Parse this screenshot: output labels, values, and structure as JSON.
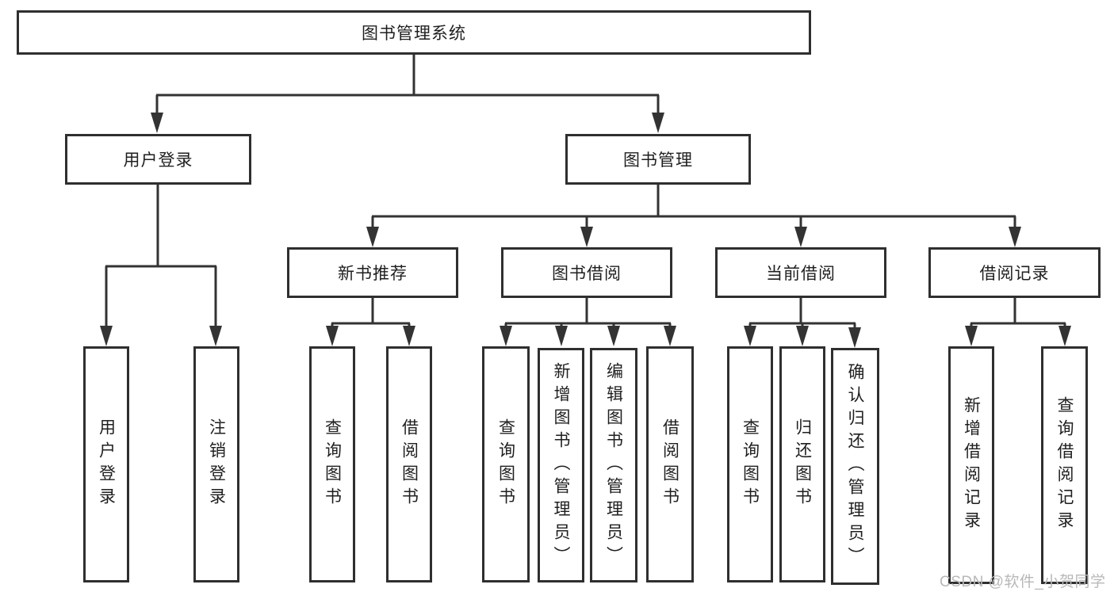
{
  "diagram": {
    "title": "图书管理系统",
    "branches": [
      {
        "label": "用户登录",
        "children": [
          {
            "label": "用户登录"
          },
          {
            "label": "注销登录"
          }
        ]
      },
      {
        "label": "图书管理",
        "children": [
          {
            "label": "新书推荐",
            "children": [
              {
                "label": "查询图书"
              },
              {
                "label": "借阅图书"
              }
            ]
          },
          {
            "label": "图书借阅",
            "children": [
              {
                "label": "查询图书"
              },
              {
                "label": "新增图书（管理员）"
              },
              {
                "label": "编辑图书（管理员）"
              },
              {
                "label": "借阅图书"
              }
            ]
          },
          {
            "label": "当前借阅",
            "children": [
              {
                "label": "查询图书"
              },
              {
                "label": "归还图书"
              },
              {
                "label": "确认归还（管理员）"
              }
            ]
          },
          {
            "label": "借阅记录",
            "children": [
              {
                "label": "新增借阅记录"
              },
              {
                "label": "查询借阅记录"
              }
            ]
          }
        ]
      }
    ]
  },
  "watermark": {
    "text": "CSDN @软件_小贺同学"
  },
  "colors": {
    "line": "#333333",
    "border": "#2f2f2f",
    "text": "#1f1f1f",
    "watermark": "#b8b8b8",
    "background": "#ffffff"
  }
}
